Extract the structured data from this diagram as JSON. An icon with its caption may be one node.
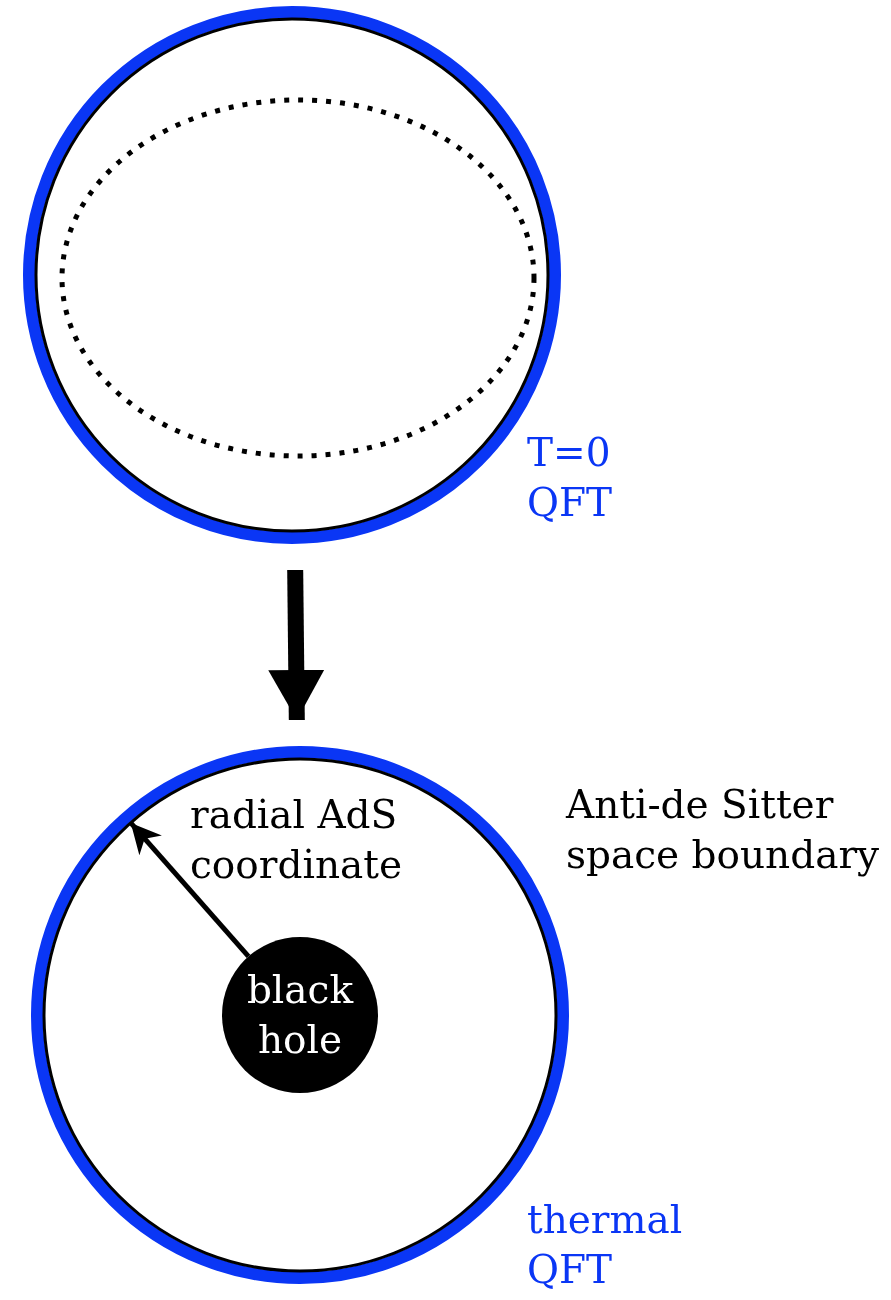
{
  "diagram": {
    "nodes": [
      {
        "text": [],
        "shape": "circle",
        "beside": [
          "T=0 QFT"
        ]
      },
      {
        "text": [],
        "shape": "circle",
        "beside": [
          "Anti-de Sitter space boundary",
          "thermal QFT"
        ]
      },
      {
        "text": [
          "black hole"
        ],
        "in": 1
      }
    ],
    "edges": [
      {
        "from": 0,
        "to": 1,
        "arrow": "to",
        "style": "thick"
      },
      {
        "from": 2,
        "to": 1,
        "arrow": "to",
        "label": "radial AdS coordinate"
      }
    ]
  }
}
